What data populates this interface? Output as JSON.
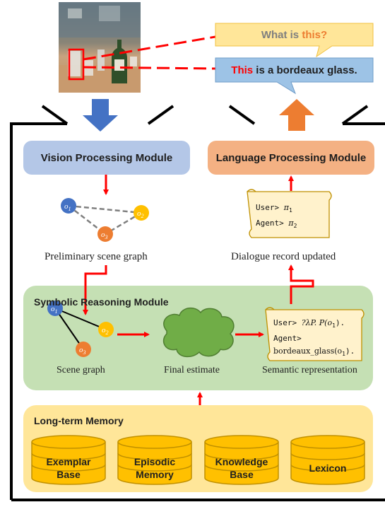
{
  "bubbles": {
    "question": {
      "prefix": "What is ",
      "highlight": "this?"
    },
    "answer": {
      "highlight": "This",
      "suffix": " is a bordeaux glass."
    }
  },
  "modules": {
    "vision": "Vision Processing Module",
    "language": "Language Processing Module",
    "symbolic": "Symbolic Reasoning Module",
    "memory": "Long-term Memory"
  },
  "captions": {
    "preliminary": "Preliminary scene graph",
    "dialogue_updated": "Dialogue record updated",
    "scene_graph": "Scene graph",
    "final_estimate": "Final estimate",
    "semantic": "Semantic representation"
  },
  "nodes": {
    "o1": "o",
    "o2": "o",
    "o3": "o",
    "sub1": "1",
    "sub2": "2",
    "sub3": "3"
  },
  "dialogue_scroll": {
    "line1_prefix": "User> ",
    "line1_sym": "π",
    "line1_sub": "1",
    "line2_prefix": "Agent> ",
    "line2_sym": "π",
    "line2_sub": "2"
  },
  "semantic_scroll": {
    "line1_prefix": "User> ",
    "line1_expr": "?λP. P(o",
    "line1_sub": "1",
    "line1_end": ").",
    "line2": "Agent>",
    "line3_prefix": "bordeaux_glass(o",
    "line3_sub": "1",
    "line3_end": ")."
  },
  "memory_stores": [
    {
      "line1": "Exemplar",
      "line2": "Base"
    },
    {
      "line1": "Episodic",
      "line2": "Memory"
    },
    {
      "line1": "Knowledge",
      "line2": "Base"
    },
    {
      "line1": "Lexicon",
      "line2": ""
    }
  ],
  "colors": {
    "vision": "#b4c7e7",
    "language": "#f4b183",
    "symbolic": "#c5e0b4",
    "memory": "#ffe699",
    "cylinder": "#ffc000",
    "arrow": "#ff0000",
    "down_arrow": "#4472c4",
    "up_arrow": "#ed7d31"
  }
}
